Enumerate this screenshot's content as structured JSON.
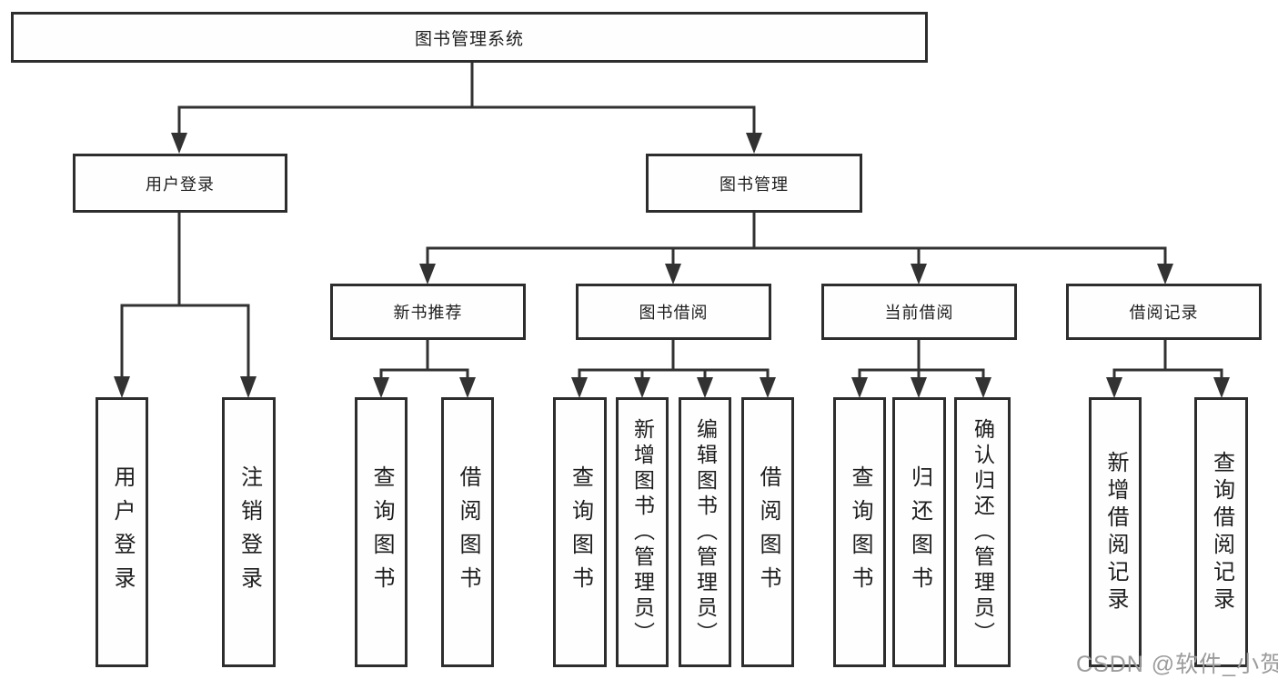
{
  "tree": {
    "root": {
      "label": "图书管理系统",
      "children": [
        {
          "label": "用户登录",
          "children": [
            {
              "label": "用户登录"
            },
            {
              "label": "注销登录"
            }
          ]
        },
        {
          "label": "图书管理",
          "children": [
            {
              "label": "新书推荐",
              "children": [
                {
                  "label": "查询图书"
                },
                {
                  "label": "借阅图书"
                }
              ]
            },
            {
              "label": "图书借阅",
              "children": [
                {
                  "label": "查询图书"
                },
                {
                  "label": "新增图书（管理员）"
                },
                {
                  "label": "编辑图书（管理员）"
                },
                {
                  "label": "借阅图书"
                }
              ]
            },
            {
              "label": "当前借阅",
              "children": [
                {
                  "label": "查询图书"
                },
                {
                  "label": "归还图书"
                },
                {
                  "label": "确认归还（管理员）"
                }
              ]
            },
            {
              "label": "借阅记录",
              "children": [
                {
                  "label": "新增借阅记录"
                },
                {
                  "label": "查询借阅记录"
                }
              ]
            }
          ]
        }
      ]
    }
  },
  "watermark": {
    "text": "CSDN @软件_小贺同学"
  },
  "colors": {
    "line": "#323232",
    "box_border": "#2d2d2d",
    "text": "#1d1d1d",
    "watermark": "#9c9c9c",
    "background": "#ffffff"
  }
}
